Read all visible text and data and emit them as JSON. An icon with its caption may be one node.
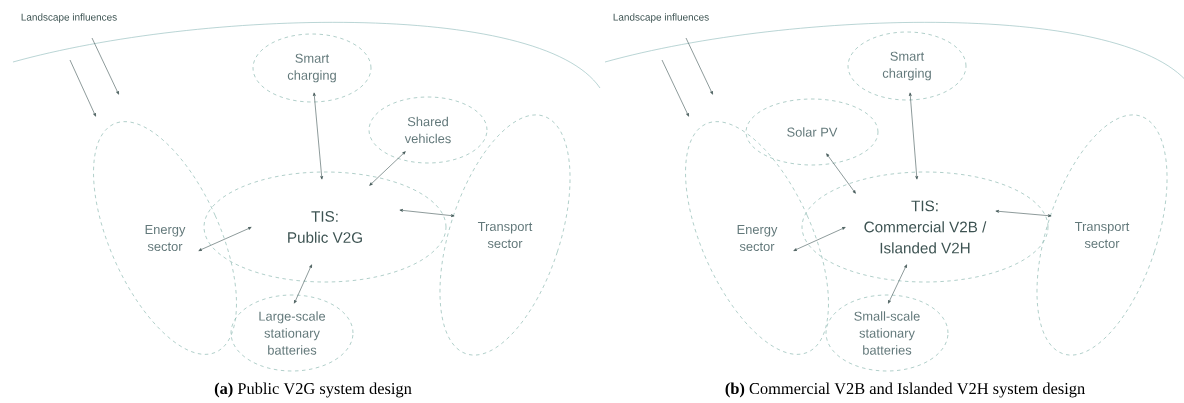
{
  "diagram": {
    "nodes": [
      {
        "text": [
          "Landscape influences"
        ]
      },
      {
        "text": [
          "Smart charging"
        ]
      },
      {
        "text": [
          "Shared vehicles"
        ]
      },
      {
        "text": [
          "Energy sector"
        ]
      },
      {
        "text": [
          "TIS:",
          "Public V2G"
        ]
      },
      {
        "text": [
          "Transport sector"
        ]
      },
      {
        "text": [
          "Large-scale stationary batteries"
        ]
      },
      {
        "text": [
          "Landscape influences"
        ]
      },
      {
        "text": [
          "Smart charging"
        ]
      },
      {
        "text": [
          "Solar PV"
        ]
      },
      {
        "text": [
          "Energy sector"
        ]
      },
      {
        "text": [
          "TIS:",
          "Commercial V2B / Islanded V2H"
        ]
      },
      {
        "text": [
          "Transport sector"
        ]
      },
      {
        "text": [
          "Small-scale stationary batteries"
        ]
      }
    ],
    "edges": [
      {
        "from": 0,
        "to": null,
        "arrow": "to"
      },
      {
        "from": 0,
        "to": null,
        "arrow": "to"
      },
      {
        "from": 1,
        "to": 4,
        "arrow": "both"
      },
      {
        "from": 2,
        "to": 4,
        "arrow": "both"
      },
      {
        "from": 3,
        "to": 4,
        "arrow": "both"
      },
      {
        "from": 4,
        "to": 5,
        "arrow": "both"
      },
      {
        "from": 4,
        "to": 6,
        "arrow": "both"
      },
      {
        "from": 7,
        "to": null,
        "arrow": "to"
      },
      {
        "from": 7,
        "to": null,
        "arrow": "to"
      },
      {
        "from": 8,
        "to": 11,
        "arrow": "both"
      },
      {
        "from": 9,
        "to": 11,
        "arrow": "both"
      },
      {
        "from": 10,
        "to": 11,
        "arrow": "both"
      },
      {
        "from": 11,
        "to": 12,
        "arrow": "both"
      },
      {
        "from": 11,
        "to": 13,
        "arrow": "both"
      }
    ],
    "labels": [
      "**(a)** Public V2G system design",
      "**(b)** Commercial V2B and Islanded V2H system design"
    ]
  }
}
